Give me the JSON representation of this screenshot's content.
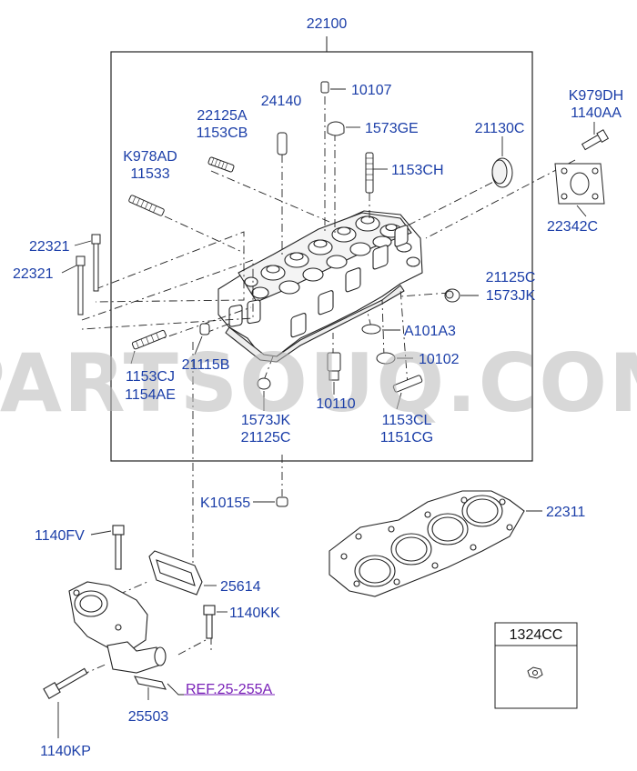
{
  "diagram": {
    "title": "22100",
    "watermark": "PARTSOUQ.COM",
    "parts": [
      {
        "key": "10107",
        "text": "10107"
      },
      {
        "key": "24140",
        "text": "24140"
      },
      {
        "key": "22125A",
        "text": "22125A"
      },
      {
        "key": "1153CB",
        "text": "1153CB"
      },
      {
        "key": "1573GE",
        "text": "1573GE"
      },
      {
        "key": "K979DH",
        "text": "K979DH"
      },
      {
        "key": "1140AA",
        "text": "1140AA"
      },
      {
        "key": "21130C",
        "text": "21130C"
      },
      {
        "key": "K978AD",
        "text": "K978AD"
      },
      {
        "key": "11533",
        "text": "11533"
      },
      {
        "key": "1153CH",
        "text": "1153CH"
      },
      {
        "key": "22342C",
        "text": "22342C"
      },
      {
        "key": "22321a",
        "text": "22321"
      },
      {
        "key": "22321b",
        "text": "22321"
      },
      {
        "key": "21125C_top",
        "text": "21125C"
      },
      {
        "key": "1573JK_top",
        "text": "1573JK"
      },
      {
        "key": "A101A3",
        "text": "A101A3"
      },
      {
        "key": "10102",
        "text": "10102"
      },
      {
        "key": "1153CJ",
        "text": "1153CJ"
      },
      {
        "key": "1154AE",
        "text": "1154AE"
      },
      {
        "key": "21115B",
        "text": "21115B"
      },
      {
        "key": "10110",
        "text": "10110"
      },
      {
        "key": "1573JK_bot",
        "text": "1573JK"
      },
      {
        "key": "21125C_bot",
        "text": "21125C"
      },
      {
        "key": "1153CL",
        "text": "1153CL"
      },
      {
        "key": "1151CG",
        "text": "1151CG"
      },
      {
        "key": "K10155",
        "text": "K10155"
      },
      {
        "key": "22311",
        "text": "22311"
      },
      {
        "key": "1140FV",
        "text": "1140FV"
      },
      {
        "key": "25614",
        "text": "25614"
      },
      {
        "key": "1140KK",
        "text": "1140KK"
      },
      {
        "key": "25503",
        "text": "25503"
      },
      {
        "key": "1140KP",
        "text": "1140KP"
      }
    ],
    "reference": "REF.25-255A",
    "inset_box_label": "1324CC",
    "colors": {
      "label": "#1b3ea8",
      "reference": "#7a22b8",
      "line": "#222222",
      "watermark": "#b9b9b9"
    }
  }
}
